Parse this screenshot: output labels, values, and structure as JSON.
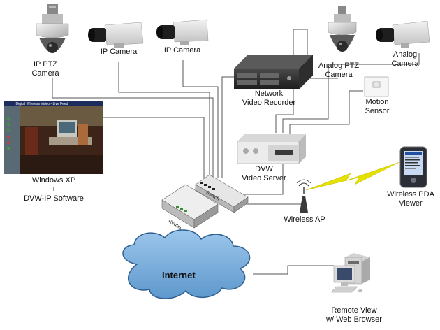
{
  "labels": {
    "ip_ptz_camera": [
      "IP PTZ",
      "Camera"
    ],
    "ip_camera_1": [
      "IP Camera"
    ],
    "ip_camera_2": [
      "IP Camera"
    ],
    "analog_ptz_camera": [
      "Analog PTZ",
      "Camera"
    ],
    "analog_camera": [
      "Analog",
      "Camera"
    ],
    "network_video_recorder": [
      "Network",
      "Video Recorder"
    ],
    "motion_sensor": [
      "Motion",
      "Sensor"
    ],
    "windows_xp": [
      "Windows XP",
      "+",
      "DVW-IP Software"
    ],
    "dvw_video_server": [
      "DVW",
      "Video Server"
    ],
    "wireless_pda_viewer": [
      "Wireless PDA",
      "Viewer"
    ],
    "wireless_ap": [
      "Wireless AP"
    ],
    "internet": "Internet",
    "remote_view": [
      "Remote View",
      "w/ Web Browser"
    ],
    "switch_tag": "Switch",
    "router_tag": "Router",
    "software_window_title": "Digital Wireless Video - Live Feed"
  },
  "colors": {
    "cloud_fill": "#7ab0dc",
    "cloud_stroke": "#2d5f8f",
    "line": "#555555",
    "wireless_bolt": "#e4e000"
  }
}
